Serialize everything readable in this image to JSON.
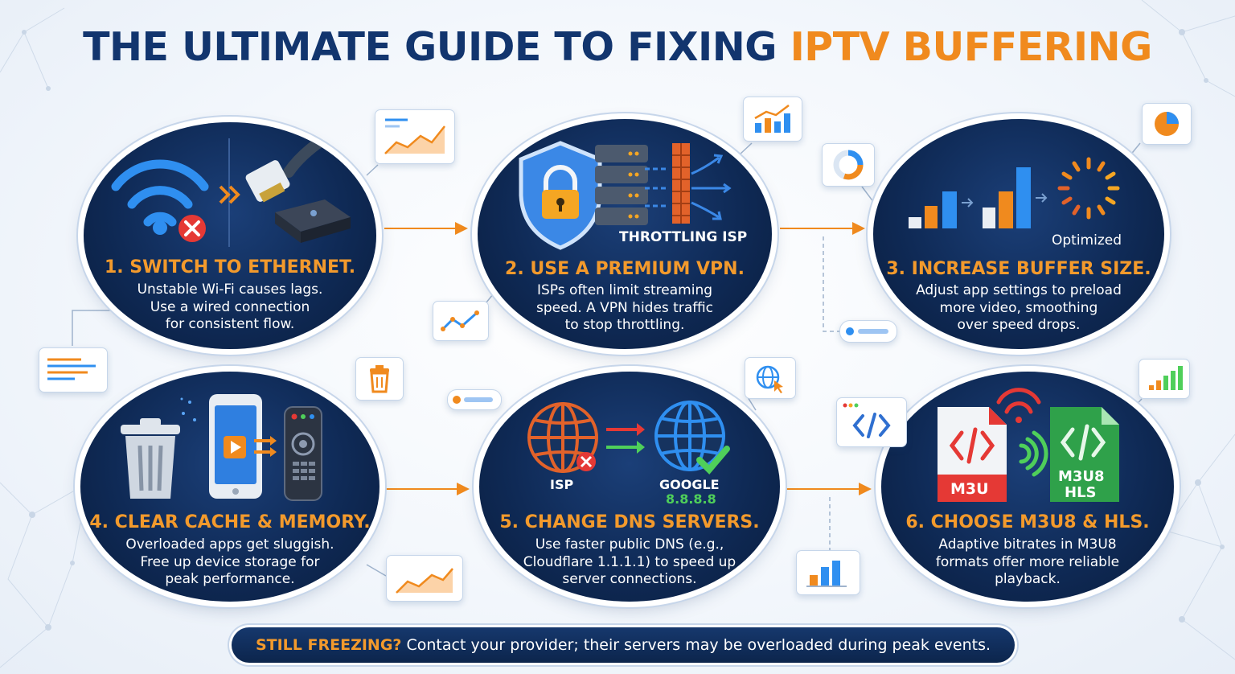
{
  "title": {
    "main": "THE ULTIMATE GUIDE TO FIXING",
    "accent": "IPTV BUFFERING"
  },
  "colors": {
    "navy": "#12356e",
    "orange": "#f08a1e",
    "node_bg": "#0f2a56",
    "green": "#4fcf5a",
    "red": "#e53935"
  },
  "steps": [
    {
      "title": "1. SWITCH TO ETHERNET.",
      "lines": [
        "Unstable Wi-Fi causes lags.",
        "Use a wired connection",
        "for consistent flow."
      ],
      "icons": [
        "wifi-icon",
        "ethernet-cable-icon",
        "router-icon"
      ]
    },
    {
      "title": "2. USE A PREMIUM VPN.",
      "lines": [
        "ISPs often limit streaming",
        "speed. A VPN hides traffic",
        "to stop throttling."
      ],
      "caption": "THROTTLING ISP",
      "icons": [
        "shield-lock-icon",
        "server-stack-icon",
        "firewall-icon"
      ]
    },
    {
      "title": "3. INCREASE BUFFER SIZE.",
      "lines": [
        "Adjust app settings to preload",
        "more video, smoothing",
        "over speed drops."
      ],
      "caption": "Optimized",
      "icons": [
        "bar-chart-icon",
        "loading-spinner-icon"
      ]
    },
    {
      "title": "4. CLEAR CACHE & MEMORY.",
      "lines": [
        "Overloaded apps get sluggish.",
        "Free up device storage for",
        "peak performance."
      ],
      "icons": [
        "trash-icon",
        "phone-icon",
        "remote-icon"
      ]
    },
    {
      "title": "5. CHANGE DNS SERVERS.",
      "lines": [
        "Use faster public DNS (e.g.,",
        "Cloudflare 1.1.1.1) to speed up",
        "server connections."
      ],
      "labels": {
        "isp": "ISP",
        "google": "GOOGLE",
        "dns": "8.8.8.8"
      },
      "icons": [
        "globe-icon",
        "globe-check-icon"
      ]
    },
    {
      "title": "6. CHOOSE M3U8 & HLS.",
      "lines": [
        "Adaptive bitrates in M3U8",
        "formats offer more reliable",
        "playback."
      ],
      "labels": {
        "m3u": "M3U",
        "m3u8": "M3U8",
        "hls": "HLS"
      },
      "icons": [
        "file-code-icon",
        "signal-icon"
      ]
    }
  ],
  "banner": {
    "highlight": "STILL FREEZING?",
    "text": " Contact your provider; their servers may be overloaded during peak events."
  }
}
